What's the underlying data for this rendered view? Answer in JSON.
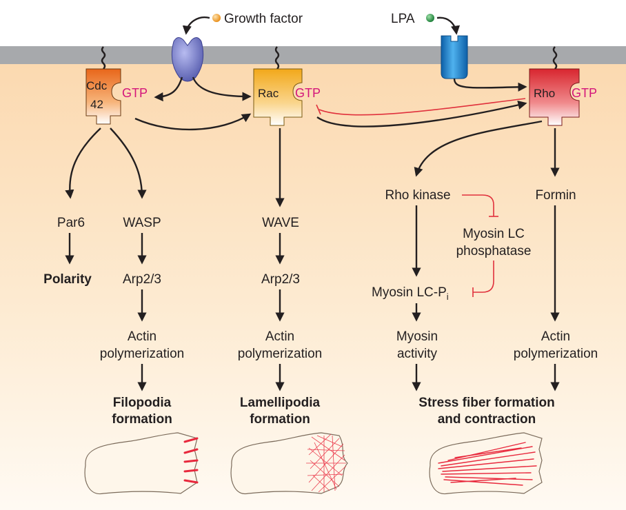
{
  "signals": {
    "growth_factor": "Growth factor",
    "lpa": "LPA"
  },
  "gtpases": {
    "cdc42_line1": "Cdc",
    "cdc42_line2": "42",
    "rac": "Rac",
    "rho": "Rho",
    "gtp": "GTP"
  },
  "cdc42_branch": {
    "par6": "Par6",
    "polarity": "Polarity",
    "wasp": "WASP",
    "arp": "Arp2/3",
    "actin_line1": "Actin",
    "actin_line2": "polymerization",
    "outcome_line1": "Filopodia",
    "outcome_line2": "formation"
  },
  "rac_branch": {
    "wave": "WAVE",
    "arp": "Arp2/3",
    "actin_line1": "Actin",
    "actin_line2": "polymerization",
    "outcome_line1": "Lamellipodia",
    "outcome_line2": "formation"
  },
  "rho_branch": {
    "rho_kinase": "Rho kinase",
    "mlcp_line1": "Myosin LC",
    "mlcp_line2": "phosphatase",
    "myosin_lcp": "Myosin LC-P",
    "myosin_lcp_sub": "i",
    "myosin_line1": "Myosin",
    "myosin_line2": "activity",
    "formin": "Formin",
    "actin_line1": "Actin",
    "actin_line2": "polymerization",
    "outcome_line1": "Stress fiber formation",
    "outcome_line2": "and contraction"
  },
  "colors": {
    "membrane": "#a7a9ac",
    "cytoplasm_top": "#fbd9b0",
    "cytoplasm_bottom": "#fffaf3",
    "gtp_text": "#d4147a",
    "inhibition": "#e0303c",
    "actin": "#e8283c",
    "growth_factor_dot": "#f29a1f",
    "lpa_dot": "#1e8a3c",
    "cdc42": "#ef7d22",
    "rac": "#f7b731",
    "rho": "#e0303c",
    "gf_receptor": "#6a6fbf",
    "lpa_receptor": "#1a7cc8"
  }
}
